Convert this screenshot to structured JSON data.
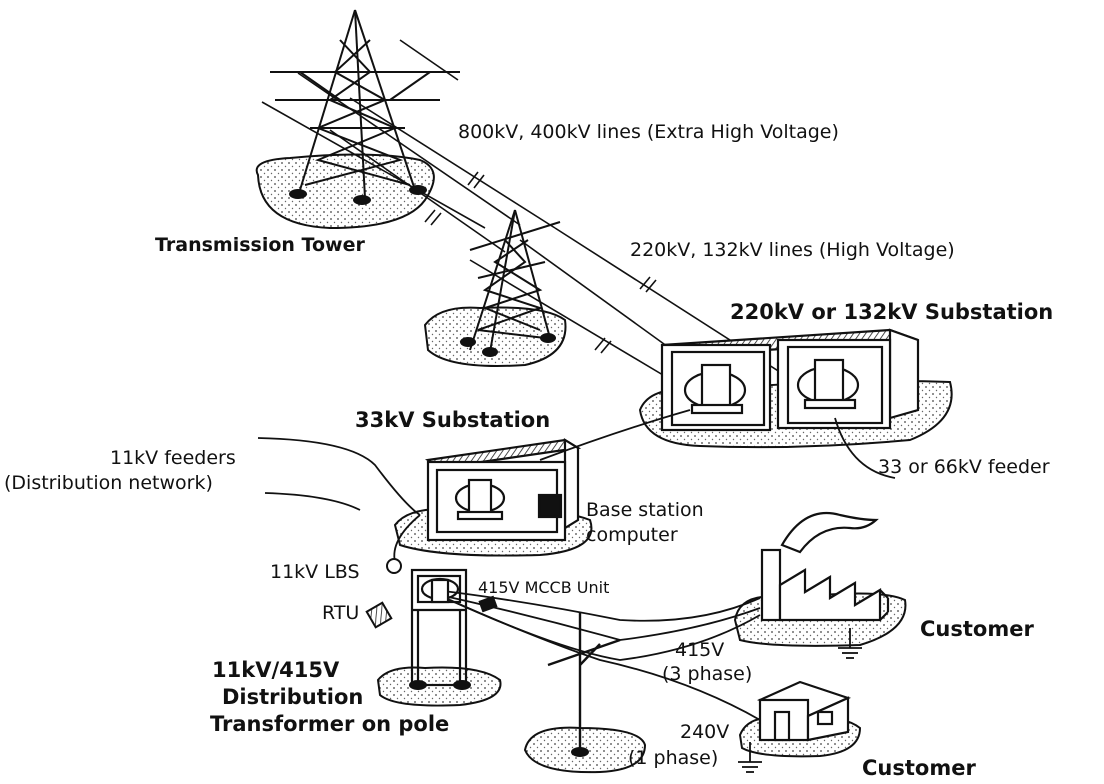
{
  "labels": {
    "ehv_lines": "800kV, 400kV lines (Extra High Voltage)",
    "transmission_tower": "Transmission Tower",
    "hv_lines": "220kV, 132kV lines (High Voltage)",
    "substation_220": "220kV or 132kV Substation",
    "substation_33": "33kV Substation",
    "feeders_line1": "11kV feeders",
    "feeders_line2": "(Distribution network)",
    "feeder_33_66": "33 or 66kV feeder",
    "base_station_line1": "Base station",
    "base_station_line2": "computer",
    "lbs": "11kV LBS",
    "mccb": "415V MCCB Unit",
    "rtu": "RTU",
    "dist_tx_line1": "11kV/415V",
    "dist_tx_line2": "Distribution",
    "dist_tx_line3": "Transformer on pole",
    "v415": "415V",
    "three_phase": "(3 phase)",
    "customer_factory": "Customer",
    "v240": "240V",
    "one_phase": "(1 phase)",
    "customer_house": "Customer"
  }
}
